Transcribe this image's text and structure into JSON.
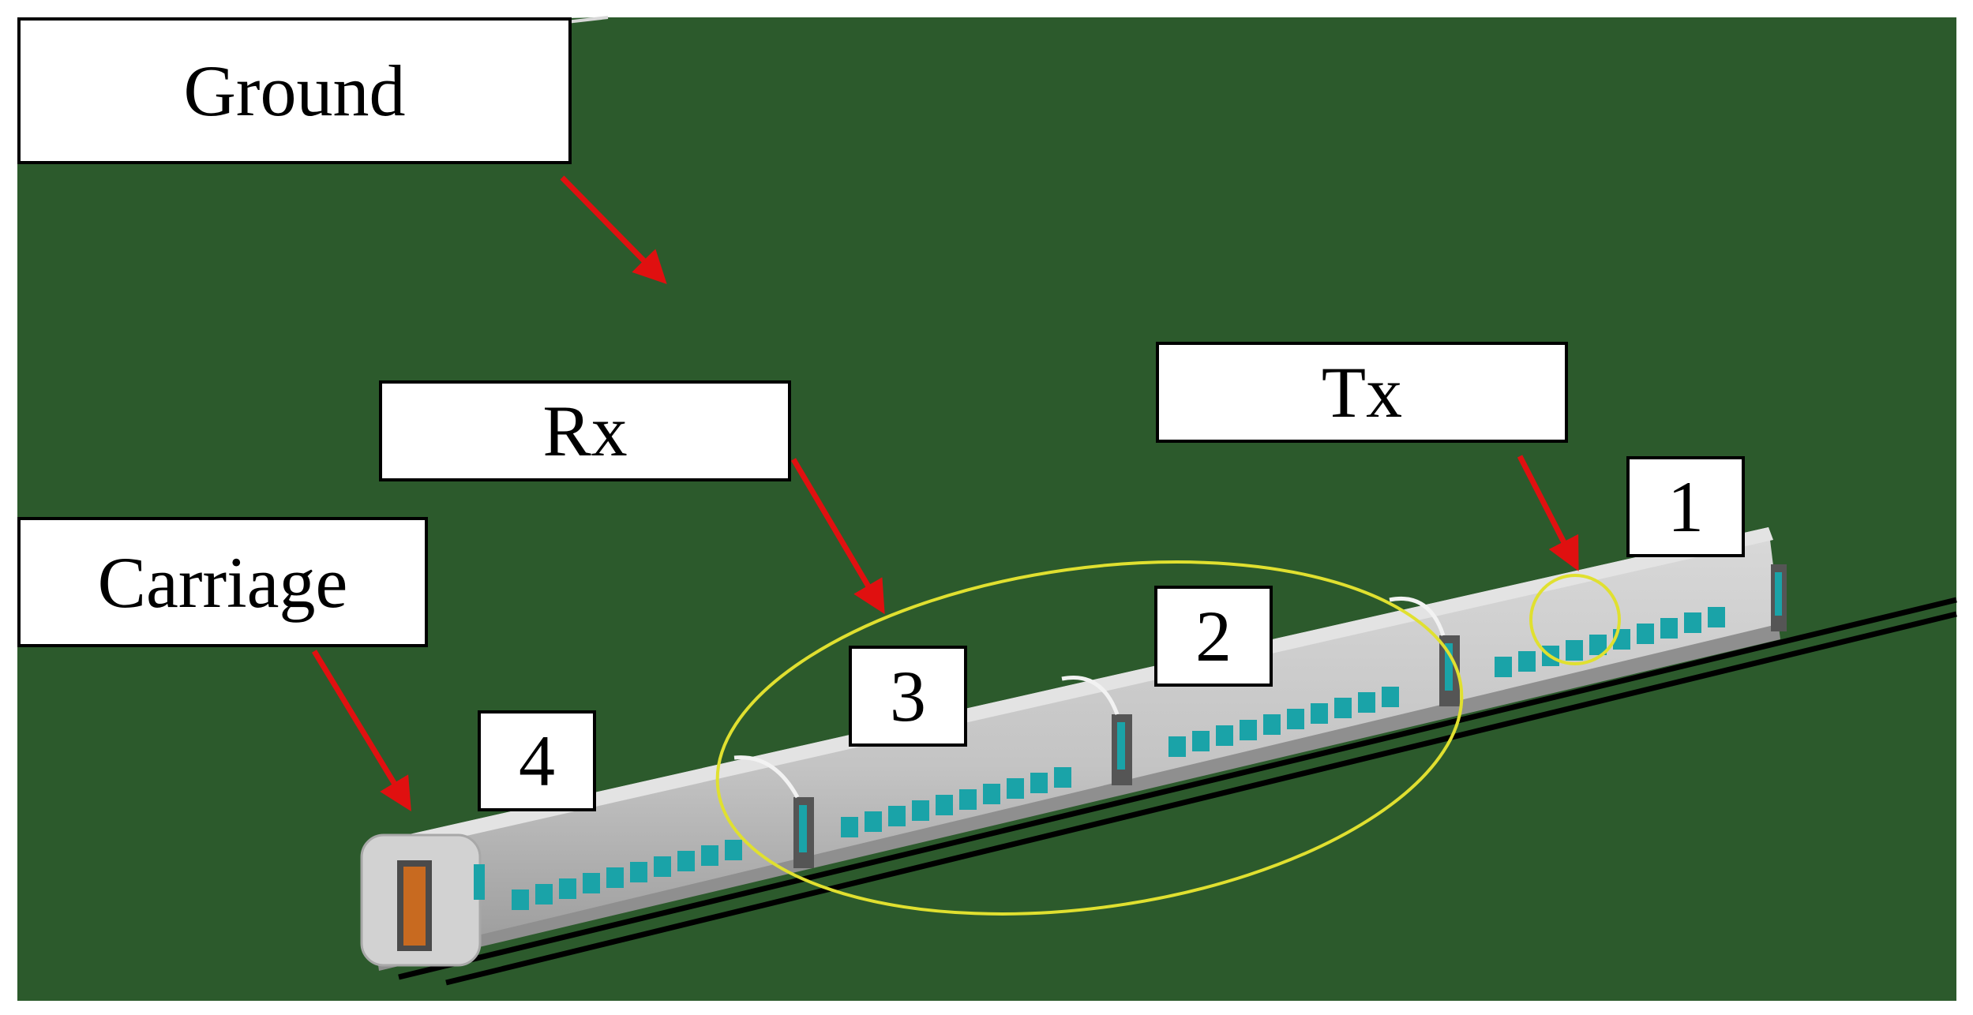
{
  "labels": {
    "ground": "Ground",
    "rx": "Rx",
    "tx": "Tx",
    "carriage": "Carriage"
  },
  "carriage_numbers": [
    "1",
    "2",
    "3",
    "4"
  ],
  "colors": {
    "ground": "#2c5a2c",
    "train_body": "#c8c8c8",
    "train_shadow": "#9d9d9d",
    "window": "#1aa3a8",
    "arrow": "#e01010",
    "highlight_circle": "#e0e030",
    "door": "#c86a20",
    "rail": "#000000"
  }
}
